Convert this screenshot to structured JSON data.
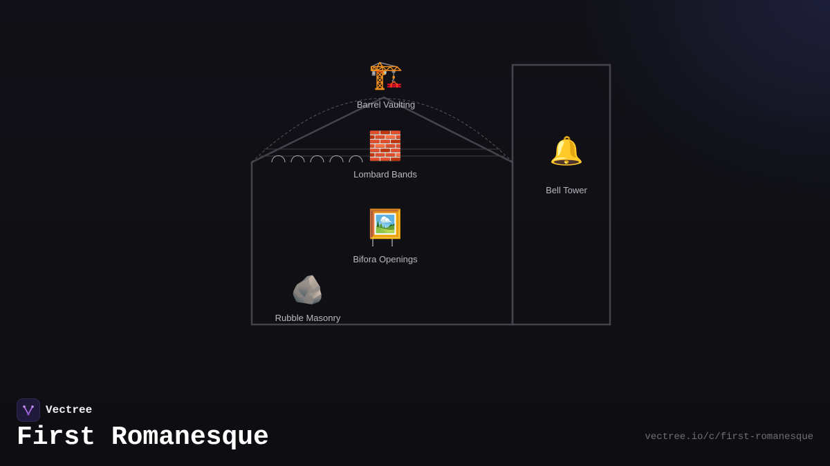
{
  "brand": {
    "name": "Vectree",
    "logo_icon": "vectree-logo-icon",
    "accent": "#b06be8"
  },
  "title": "First Romanesque",
  "url": "vectree.io/c/first-romanesque",
  "diagram": {
    "stroke_color": "#44444c",
    "nodes": [
      {
        "id": "barrel-vaulting",
        "label": "Barrel Vaulting",
        "emoji": "🏗️",
        "icon": "crane-icon"
      },
      {
        "id": "lombard-bands",
        "label": "Lombard Bands",
        "emoji": "🧱",
        "icon": "brick-icon"
      },
      {
        "id": "bell-tower",
        "label": "Bell Tower",
        "emoji": "🔔",
        "icon": "bell-icon"
      },
      {
        "id": "bifora-openings",
        "label": "Bifora Openings",
        "emoji": "🖼️",
        "icon": "framed-picture-icon"
      },
      {
        "id": "rubble-masonry",
        "label": "Rubble Masonry",
        "emoji": "🪨",
        "icon": "rock-icon"
      }
    ]
  }
}
